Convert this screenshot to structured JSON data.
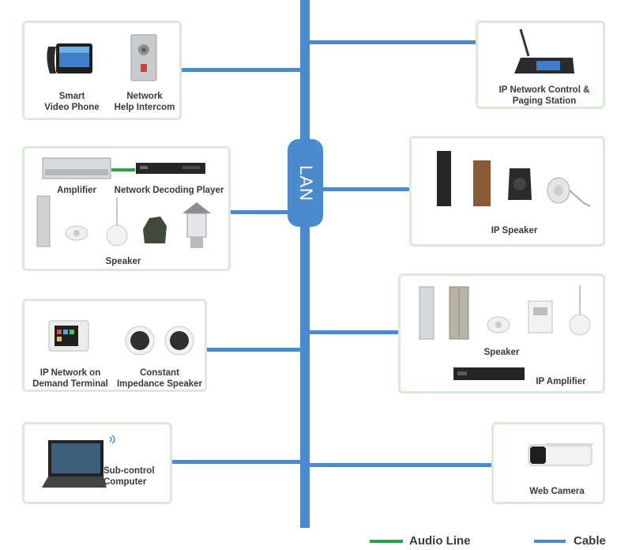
{
  "hub": {
    "label": "LAN"
  },
  "left_groups": {
    "g1": {
      "device1": "Smart\nVideo Phone",
      "device2": "Network\nHelp Intercom"
    },
    "g2": {
      "amplifier": "Amplifier",
      "decoder": "Network Decoding Player",
      "speaker": "Speaker"
    },
    "g3": {
      "terminal": "IP Network on\nDemand Terminal",
      "speaker": "Constant\nImpedance Speaker"
    },
    "g4": {
      "computer": "Sub-control\nComputer"
    }
  },
  "right_groups": {
    "r1": {
      "station": "IP Network Control &\nPaging Station"
    },
    "r2": {
      "speaker": "IP Speaker"
    },
    "r3": {
      "speaker": "Speaker",
      "amplifier": "IP Amplifier"
    },
    "r4": {
      "camera": "Web Camera"
    }
  },
  "legend": {
    "audio_line": {
      "label": "Audio Line",
      "color": "#2aa34a"
    },
    "cable": {
      "label": "Cable",
      "color": "#4a8bcf"
    }
  }
}
